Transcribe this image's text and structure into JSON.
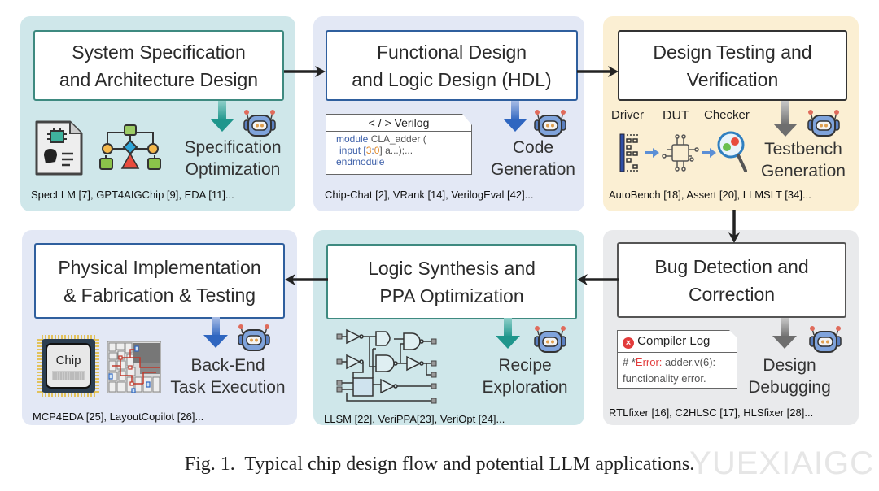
{
  "figure": {
    "caption": "Fig. 1.  Typical chip design flow and potential LLM applications.",
    "watermark": "YUEXIAIGC"
  },
  "stages": [
    {
      "id": "spec",
      "title_line1": "System Specification",
      "title_line2": "and Architecture Design",
      "app_line1": "Specification",
      "app_line2": "Optimization",
      "refs": "SpecLLM [7], GPT4AIGChip [9], EDA [11]...",
      "panel_color": "#cfe7ea",
      "border_color": "#3e8a80"
    },
    {
      "id": "hdl",
      "title_line1": "Functional Design",
      "title_line2": "and Logic Design (HDL)",
      "app_line1": "Code",
      "app_line2": "Generation",
      "refs": "Chip-Chat [2], VRank [14], VerilogEval [42]...",
      "panel_color": "#e3e8f5",
      "border_color": "#2f5f9e"
    },
    {
      "id": "verify",
      "title_line1": "Design Testing and",
      "title_line2": "Verification",
      "app_line1": "Testbench",
      "app_line2": "Generation",
      "refs": "AutoBench [18], Assert [20], LLMSLT [34]...",
      "panel_color": "#fbefd3",
      "border_color": "#333333"
    },
    {
      "id": "debug",
      "title_line1": "Bug Detection and",
      "title_line2": "Correction",
      "app_line1": "Design",
      "app_line2": "Debugging",
      "refs": "RTLfixer [16], C2HLSC [17], HLSfixer [28]...",
      "panel_color": "#e9eaec",
      "border_color": "#555555"
    },
    {
      "id": "synth",
      "title_line1": "Logic Synthesis and",
      "title_line2": "PPA Optimization",
      "app_line1": "Recipe",
      "app_line2": "Exploration",
      "refs": "LLSM [22], VeriPPA[23], VeriOpt [24]...",
      "panel_color": "#cfe7ea",
      "border_color": "#3e8a80"
    },
    {
      "id": "physical",
      "title_line1": "Physical Implementation",
      "title_line2": "& Fabrication & Testing",
      "app_line1": "Back-End",
      "app_line2": "Task Execution",
      "refs": "MCP4EDA [25], LayoutCopilot [26]...",
      "panel_color": "#e3e8f5",
      "border_color": "#2f5f9e"
    }
  ],
  "verilog_box": {
    "header": "< / >  Verilog",
    "line1_kw": "module",
    "line1_rest": " CLA_adder (",
    "line2_a": "input [",
    "line2_n1": "3",
    "line2_colon": ":",
    "line2_n2": "0",
    "line2_b": "] a...);...",
    "line3_kw": "endmodule"
  },
  "testbench": {
    "driver_label": "Driver",
    "dut_label": "DUT",
    "checker_label": "Checker"
  },
  "compiler_log": {
    "header": "Compiler Log",
    "line1_prefix": "# *",
    "line1_error": "Error:",
    "line1_rest": " adder.v(6):",
    "line2": "functionality error."
  },
  "chip_icon": {
    "label": "Chip"
  },
  "flow_order": [
    "spec",
    "hdl",
    "verify",
    "debug",
    "synth",
    "physical"
  ]
}
